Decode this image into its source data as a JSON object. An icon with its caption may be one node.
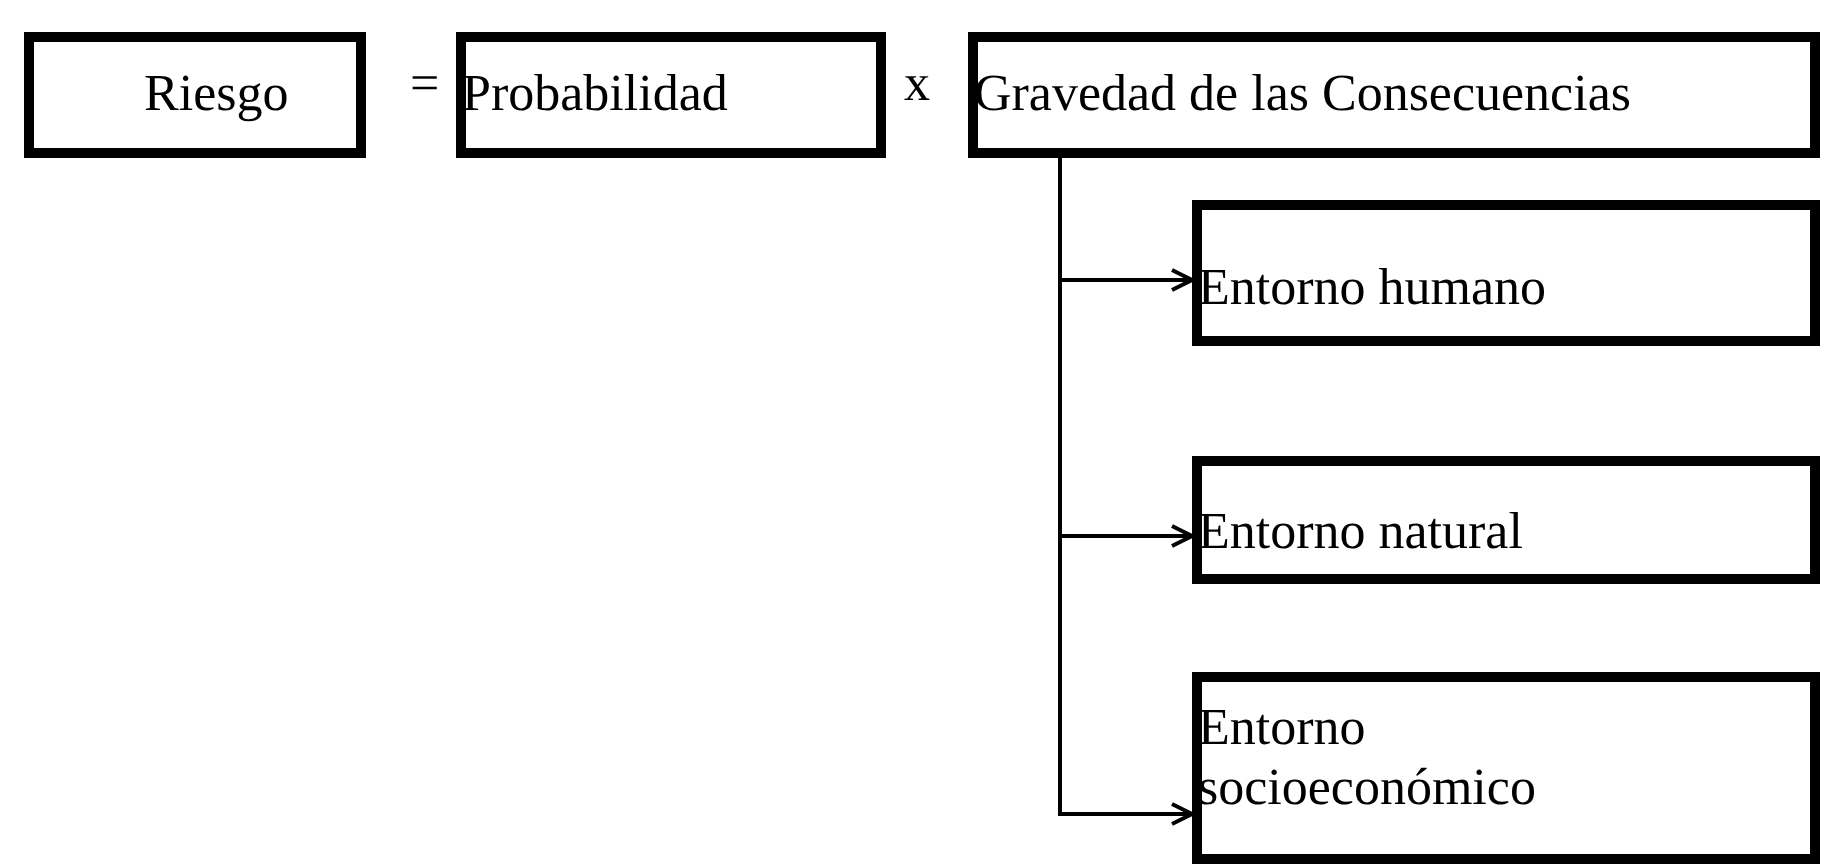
{
  "diagram": {
    "nodes": [
      {
        "text": [
          "Riesgo"
        ]
      },
      {
        "text": [
          "Probabilidad"
        ]
      },
      {
        "text": [
          "Gravedad de las Consecuencias"
        ]
      },
      {
        "text": [
          "Entorno humano"
        ]
      },
      {
        "text": [
          "Entorno natural"
        ]
      },
      {
        "text": [
          "Entorno socioeconómico"
        ]
      }
    ],
    "edges": [
      {
        "from": 2,
        "to": 3,
        "arrow": "to"
      },
      {
        "from": 2,
        "to": 4,
        "arrow": "to"
      },
      {
        "from": 2,
        "to": 5,
        "arrow": "to"
      }
    ],
    "labels": [
      "=",
      "x"
    ]
  }
}
